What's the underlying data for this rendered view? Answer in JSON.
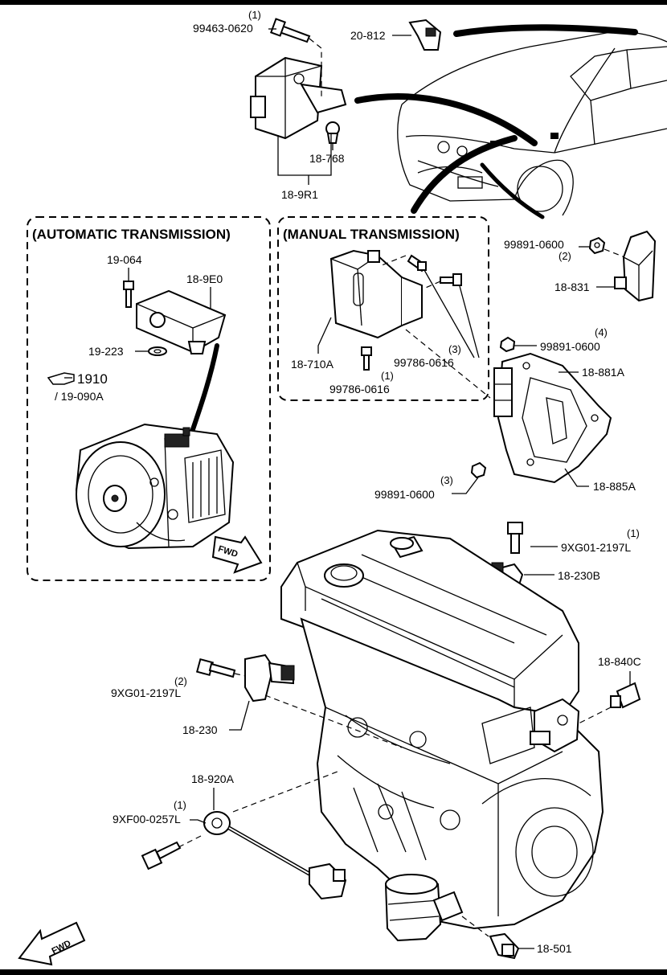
{
  "sections": {
    "automatic": "(AUTOMATIC TRANSMISSION)",
    "manual": "(MANUAL TRANSMISSION)"
  },
  "callouts": {
    "p99463_qty": "(1)",
    "p99463": "99463-0620",
    "p20_812": "20-812",
    "p18_768": "18-768",
    "p18_9R1": "18-9R1",
    "p19_064": "19-064",
    "p18_9E0": "18-9E0",
    "p19_223": "19-223",
    "p1910": "1910",
    "p19_090A": "/ 19-090A",
    "p18_710A": "18-710A",
    "p99786_a_qty": "(1)",
    "p99786_a": "99786-0616",
    "p99786_b_qty": "(3)",
    "p99786_b": "99786-0616",
    "p99891_a_qty": "(2)",
    "p99891_a": "99891-0600",
    "p18_831": "18-831",
    "p99891_b_qty": "(4)",
    "p99891_b": "99891-0600",
    "p18_881A": "18-881A",
    "p99891_c_qty": "(3)",
    "p99891_c": "99891-0600",
    "p18_885A": "18-885A",
    "p9XG01_a_qty": "(1)",
    "p9XG01_a": "9XG01-2197L",
    "p18_230B": "18-230B",
    "p18_840C": "18-840C",
    "p9XG01_b_qty": "(2)",
    "p9XG01_b": "9XG01-2197L",
    "p18_230": "18-230",
    "p18_920A": "18-920A",
    "p9XF00_qty": "(1)",
    "p9XF00": "9XF00-0257L",
    "p18_501": "18-501"
  },
  "fwd_label": "FWD",
  "icons": {
    "reference": "pointing-hand-icon",
    "direction": "fwd-arrow-icon"
  }
}
